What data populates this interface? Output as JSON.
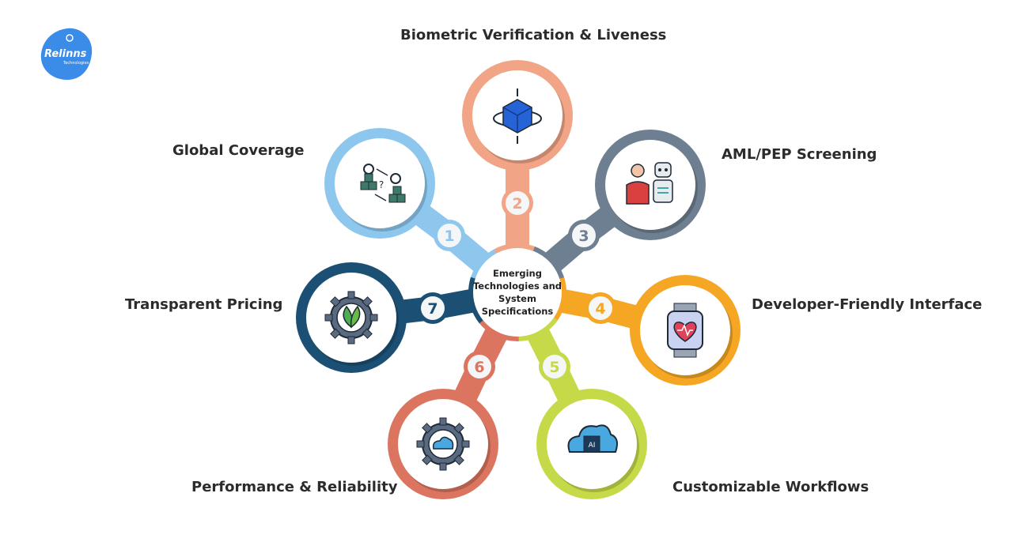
{
  "logo": {
    "text": "Relinns",
    "subtext": "Technologies",
    "color": "#3b8be8"
  },
  "center": {
    "lines": [
      "Emerging",
      "Technologies and",
      "System",
      "Specifications"
    ]
  },
  "items": [
    {
      "number": "1",
      "label": "Global Coverage",
      "color": "#8ec7ee",
      "icon": "network-process-icon"
    },
    {
      "number": "2",
      "label": "Biometric Verification & Liveness",
      "color": "#f2a486",
      "icon": "rotating-cube-icon"
    },
    {
      "number": "3",
      "label": "AML/PEP Screening",
      "color": "#6e7f91",
      "icon": "person-robot-icon"
    },
    {
      "number": "4",
      "label": "Developer-Friendly Interface",
      "color": "#f5a623",
      "icon": "heart-smartwatch-icon"
    },
    {
      "number": "5",
      "label": "Customizable Workflows",
      "color": "#c6d948",
      "icon": "ai-cloud-chip-icon"
    },
    {
      "number": "6",
      "label": "Performance & Reliability",
      "color": "#db7560",
      "icon": "cloud-gear-icon"
    },
    {
      "number": "7",
      "label": "Transparent Pricing",
      "color": "#1b5074",
      "icon": "leaf-gear-icon"
    }
  ]
}
